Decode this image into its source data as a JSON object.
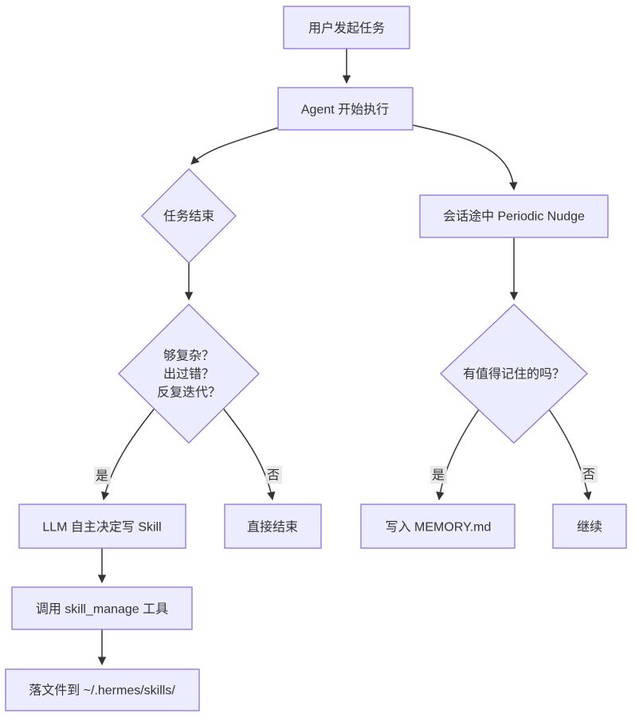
{
  "diagram": {
    "type": "flowchart",
    "direction": "top-down",
    "colors": {
      "node_fill": "#ECECFF",
      "node_stroke": "#9370DB",
      "edge_stroke": "#333333",
      "text": "#333333",
      "edge_label_bg": "#e8e8e8",
      "background": "#ffffff"
    },
    "nodes": {
      "user_task": {
        "shape": "rect",
        "label": "用户发起任务"
      },
      "agent_start": {
        "shape": "rect",
        "label": "Agent 开始执行"
      },
      "task_end": {
        "shape": "diamond",
        "label": "任务结束"
      },
      "nudge": {
        "shape": "rect",
        "label": "会话途中 Periodic Nudge"
      },
      "complex_check": {
        "shape": "diamond",
        "line1": "够复杂？",
        "line2": "出过错？",
        "line3": "反复迭代？"
      },
      "memory_check": {
        "shape": "diamond",
        "label": "有值得记住的吗？"
      },
      "llm_skill": {
        "shape": "rect",
        "label": "LLM 自主决定写 Skill"
      },
      "direct_end": {
        "shape": "rect",
        "label": "直接结束"
      },
      "write_memory": {
        "shape": "rect",
        "label": "写入 MEMORY.md"
      },
      "continue_node": {
        "shape": "rect",
        "label": "继续"
      },
      "call_tool": {
        "shape": "rect",
        "label": "调用 skill_manage 工具"
      },
      "drop_file": {
        "shape": "rect",
        "label": "落文件到 ~/.hermes/skills/"
      }
    },
    "edge_labels": {
      "yes_left": "是",
      "no_left": "否",
      "yes_right": "是",
      "no_right": "否"
    },
    "edges": [
      {
        "from": "user_task",
        "to": "agent_start",
        "label": ""
      },
      {
        "from": "agent_start",
        "to": "task_end",
        "label": ""
      },
      {
        "from": "agent_start",
        "to": "nudge",
        "label": ""
      },
      {
        "from": "task_end",
        "to": "complex_check",
        "label": ""
      },
      {
        "from": "complex_check",
        "to": "llm_skill",
        "label": "是"
      },
      {
        "from": "complex_check",
        "to": "direct_end",
        "label": "否"
      },
      {
        "from": "nudge",
        "to": "memory_check",
        "label": ""
      },
      {
        "from": "memory_check",
        "to": "write_memory",
        "label": "是"
      },
      {
        "from": "memory_check",
        "to": "continue_node",
        "label": "否"
      },
      {
        "from": "llm_skill",
        "to": "call_tool",
        "label": ""
      },
      {
        "from": "call_tool",
        "to": "drop_file",
        "label": ""
      }
    ]
  }
}
